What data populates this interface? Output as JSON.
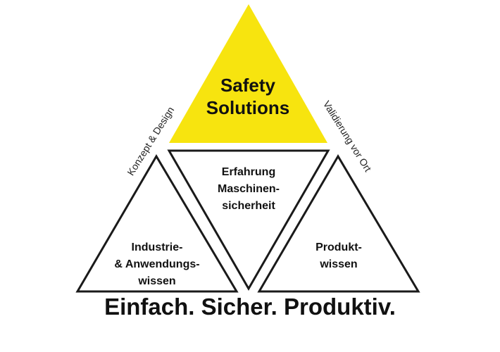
{
  "colors": {
    "accent_yellow": "#f7e40f",
    "outline": "#1a1a1a",
    "text": "#111111"
  },
  "diagram": {
    "top_triangle": {
      "line1": "Safety",
      "line2": "Solutions"
    },
    "middle_triangle": {
      "line1": "Erfahrung",
      "line2": "Maschinen-",
      "line3": "sicherheit"
    },
    "left_triangle": {
      "line1": "Industrie-",
      "line2": "& Anwendungs-",
      "line3": "wissen"
    },
    "right_triangle": {
      "line1": "Produkt-",
      "line2": "wissen"
    },
    "left_side_label": "Konzept & Design",
    "right_side_label": "Validierung vor Ort"
  },
  "tagline": "Einfach. Sicher. Produktiv."
}
